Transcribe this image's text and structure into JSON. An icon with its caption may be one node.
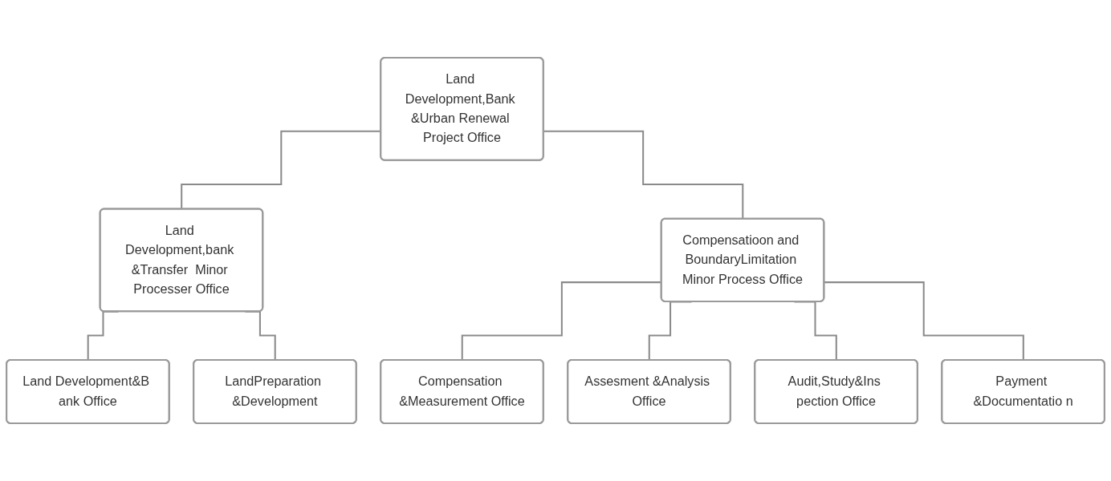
{
  "diagram": {
    "nodes": [
      {
        "text": [
          "Land Development,Bank &Urban Renewal Project Office"
        ]
      },
      {
        "text": [
          "Land Development,bank &Transfer  Minor Processer Office"
        ]
      },
      {
        "text": [
          "Compensatioon and BoundaryLimitation Minor Process Office"
        ]
      },
      {
        "text": [
          "Land Development&B ank Office"
        ]
      },
      {
        "text": [
          "LandPreparation &Development"
        ]
      },
      {
        "text": [
          "Compensation &Measurement Office"
        ]
      },
      {
        "text": [
          "Assesment &Analysis Office"
        ]
      },
      {
        "text": [
          "Audit,Study&Ins pection Office"
        ]
      },
      {
        "text": [
          "Payment &Documentatio n"
        ]
      }
    ],
    "edges": [
      {
        "from": 0,
        "to": 1,
        "arrow": "none"
      },
      {
        "from": 0,
        "to": 2,
        "arrow": "none"
      },
      {
        "from": 1,
        "to": 3,
        "arrow": "none"
      },
      {
        "from": 1,
        "to": 4,
        "arrow": "none"
      },
      {
        "from": 2,
        "to": 5,
        "arrow": "none"
      },
      {
        "from": 2,
        "to": 6,
        "arrow": "none"
      },
      {
        "from": 2,
        "to": 7,
        "arrow": "none"
      },
      {
        "from": 2,
        "to": 8,
        "arrow": "none"
      }
    ]
  }
}
